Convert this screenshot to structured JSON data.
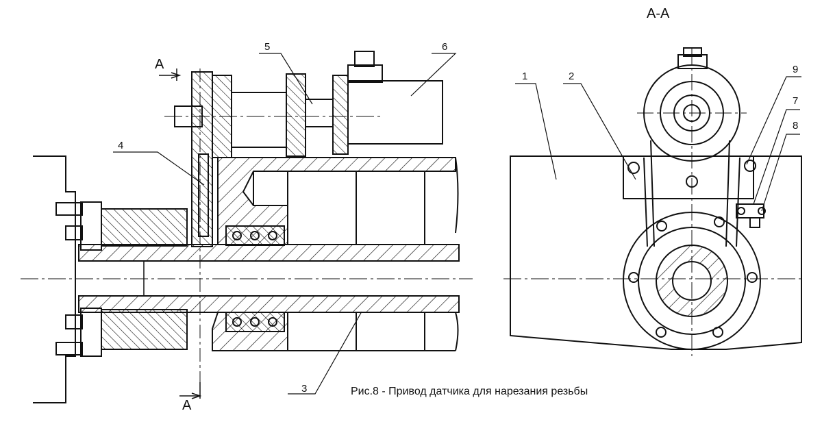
{
  "section": {
    "title": "А-А",
    "cut_mark_top": "А",
    "cut_mark_bottom": "А"
  },
  "callouts": [
    "1",
    "2",
    "3",
    "4",
    "5",
    "6",
    "7",
    "8",
    "9"
  ],
  "caption": "Рис.8 - Привод датчика для нарезания резьбы",
  "colors": {
    "ink": "#111111",
    "paper": "#ffffff"
  }
}
